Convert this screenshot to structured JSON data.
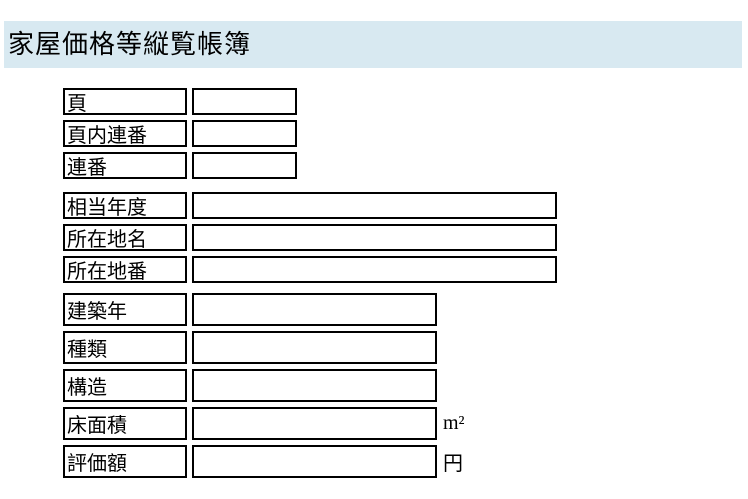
{
  "header": {
    "title": "家屋価格等縦覧帳簿"
  },
  "colors": {
    "header_bg": "#d8e9f1",
    "border": "#000000",
    "text": "#000000"
  },
  "form": {
    "id_fields": [
      {
        "label": "頁",
        "value": ""
      },
      {
        "label": "頁内連番",
        "value": ""
      },
      {
        "label": "連番",
        "value": ""
      }
    ],
    "location_fields": [
      {
        "label": "相当年度",
        "value": ""
      },
      {
        "label": "所在地名",
        "value": ""
      },
      {
        "label": "所在地番",
        "value": ""
      }
    ],
    "building_fields": [
      {
        "label": "建築年",
        "value": "",
        "unit": ""
      },
      {
        "label": "種類",
        "value": "",
        "unit": ""
      },
      {
        "label": "構造",
        "value": "",
        "unit": ""
      },
      {
        "label": "床面積",
        "value": "",
        "unit": "m²"
      },
      {
        "label": "評価額",
        "value": "",
        "unit": "円"
      }
    ]
  }
}
